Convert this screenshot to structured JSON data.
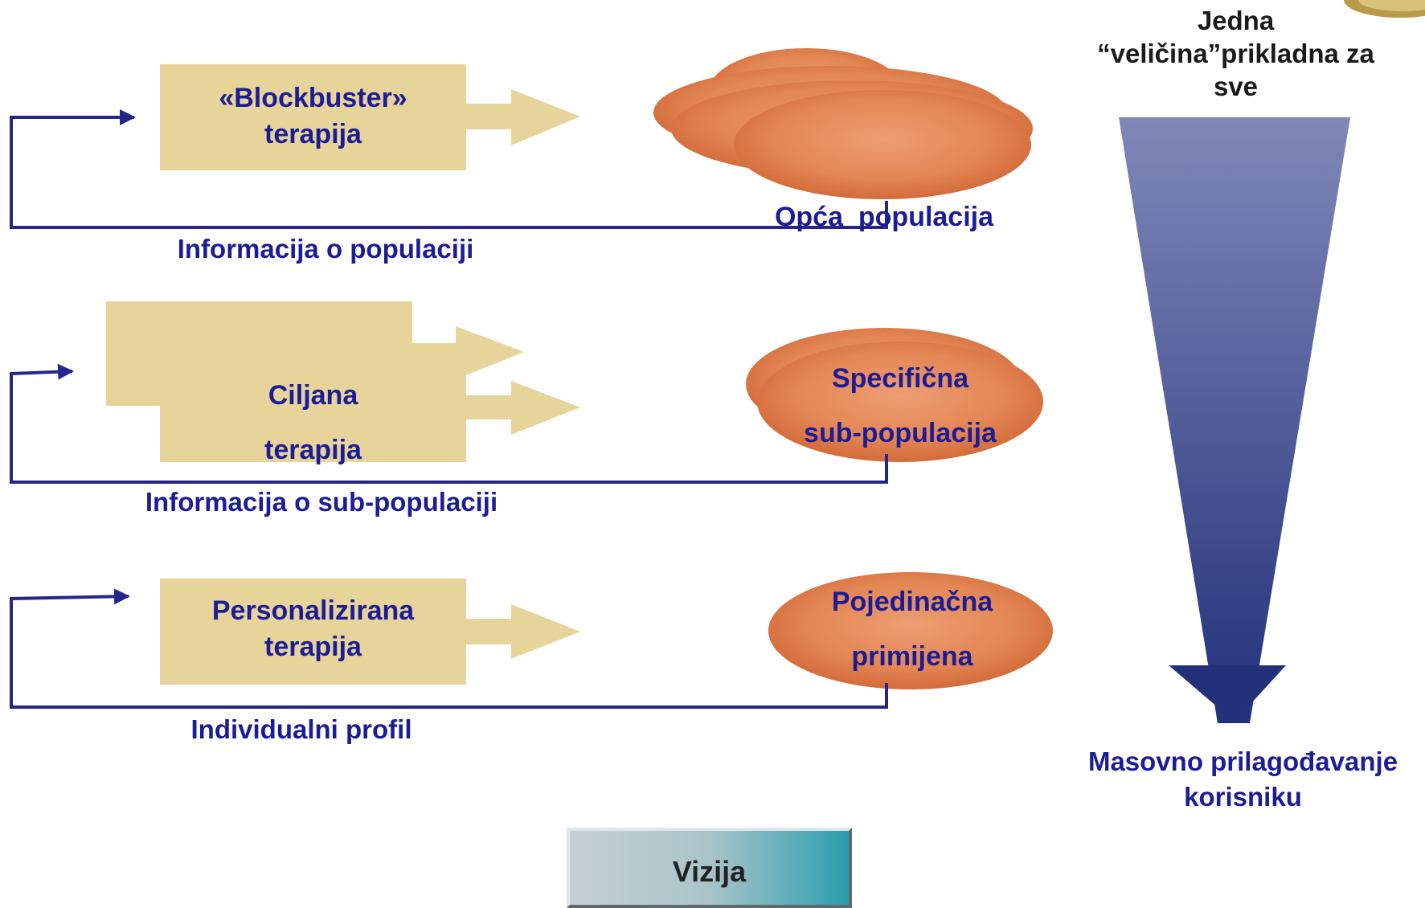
{
  "rows": [
    {
      "therapy_lines": [
        "«Blockbuster»",
        "terapija"
      ],
      "population_lines": [
        "Opća  populacija"
      ],
      "feedback_label": "Informacija o populaciji"
    },
    {
      "therapy_lines": [
        "Ciljana",
        "terapija"
      ],
      "population_lines": [
        "Specifična",
        "sub-populacija"
      ],
      "feedback_label": "Informacija o sub-populaciji"
    },
    {
      "therapy_lines": [
        "Personalizirana",
        "terapija"
      ],
      "population_lines": [
        "Pojedinačna",
        "primijena"
      ],
      "feedback_label": "Individualni profil"
    }
  ],
  "funnel": {
    "top_lines": [
      "Jedna",
      "“veličina”prikladna za",
      "sve"
    ],
    "bottom_lines": [
      "Masovno prilagođavanje",
      "korisniku"
    ]
  },
  "vision_button": "Vizija",
  "colors": {
    "therapy_box": "#e6d49b",
    "ellipse": "#e07f4f",
    "line": "#25258c",
    "text": "#1c1c96"
  }
}
